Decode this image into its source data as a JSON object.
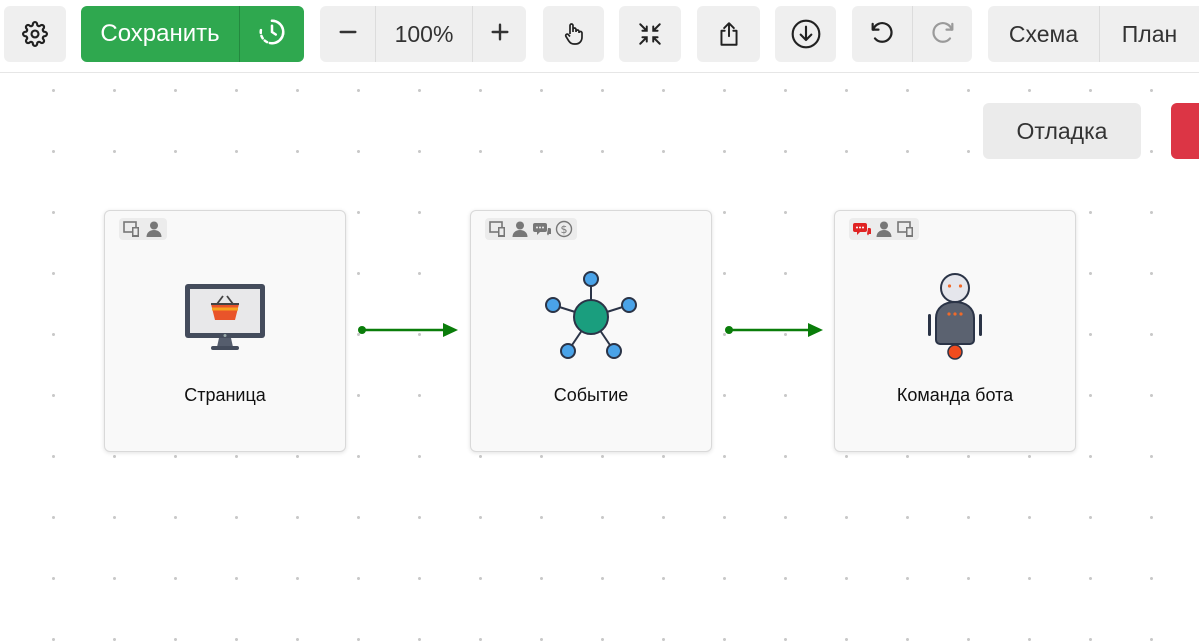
{
  "toolbar": {
    "settings_icon": "gear-icon",
    "save_label": "Сохранить",
    "history_icon": "history-clock-icon",
    "zoom_out_icon": "minus-icon",
    "zoom_level": "100%",
    "zoom_in_icon": "plus-icon",
    "pan_icon": "hand-pointer-icon",
    "fit_icon": "collapse-arrows-icon",
    "export_icon": "share-upload-icon",
    "download_icon": "download-circle-icon",
    "undo_icon": "undo-icon",
    "redo_icon": "redo-icon",
    "view_scheme_label": "Схема",
    "view_plan_label": "План"
  },
  "debug_label": "Отладка",
  "colors": {
    "save_green": "#2fa84f",
    "connector_green": "#0a7d0a",
    "danger_red": "#dc3545"
  },
  "nodes": [
    {
      "label": "Страница",
      "art_icon": "monitor-basket-icon",
      "badges": [
        "devices-icon",
        "user-icon"
      ]
    },
    {
      "label": "Событие",
      "art_icon": "network-hub-icon",
      "badges": [
        "devices-icon",
        "user-icon",
        "chat-icon",
        "dollar-icon"
      ]
    },
    {
      "label": "Команда бота",
      "art_icon": "robot-icon",
      "badges": [
        "chat-red-icon",
        "user-icon",
        "devices-icon"
      ]
    }
  ]
}
